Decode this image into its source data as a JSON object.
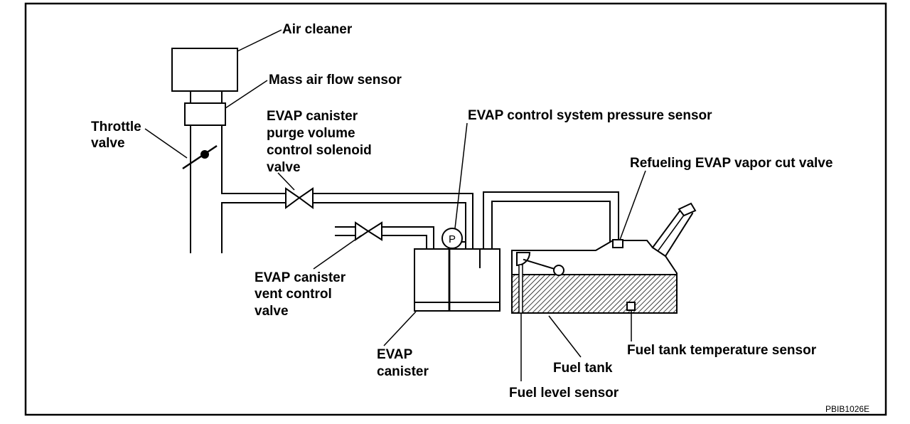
{
  "diagram": {
    "labels": {
      "air_cleaner": "Air cleaner",
      "mass_air_flow_sensor": "Mass air flow sensor",
      "throttle_valve": [
        "Throttle",
        "valve"
      ],
      "purge_volume_control_solenoid_valve": [
        "EVAP canister",
        "purge volume",
        "control solenoid",
        "valve"
      ],
      "pressure_sensor": "EVAP control system pressure sensor",
      "pressure_sensor_symbol": "P",
      "refueling_vapor_cut_valve": "Refueling EVAP vapor cut valve",
      "vent_control_valve": [
        "EVAP canister",
        "vent control",
        "valve"
      ],
      "canister": [
        "EVAP",
        "canister"
      ],
      "fuel_tank_temperature_sensor": "Fuel tank temperature sensor",
      "fuel_tank": "Fuel tank",
      "fuel_level_sensor": "Fuel level sensor"
    },
    "figure_code": "PBIB1026E"
  }
}
